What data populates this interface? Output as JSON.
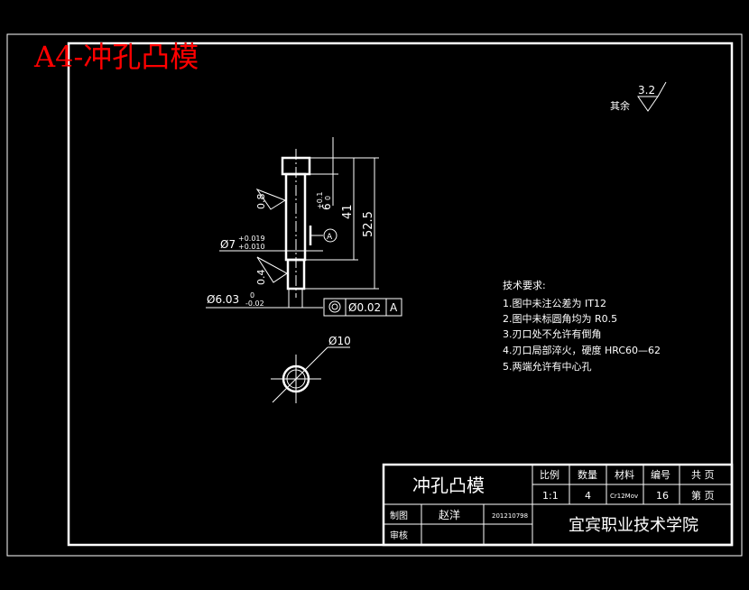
{
  "sheet_label": "A4-冲孔凸模",
  "colors": {
    "background": "#000000",
    "lines": "#ffffff",
    "sheet_label": "#ff0000"
  },
  "roughness_general": {
    "label": "其余",
    "value": "3.2"
  },
  "part_view": {
    "roughness_upper": "0.8",
    "roughness_lower": "0.4",
    "dim_head": "6",
    "dim_head_tol_upper": "+0.1",
    "dim_head_tol_lower": "0",
    "dim_41": "41",
    "dim_52_5": "52.5",
    "dim_d7": "Ø7",
    "dim_d7_tol_upper": "+0.019",
    "dim_d7_tol_lower": "+0.010",
    "dim_d603": "Ø6.03",
    "dim_d603_tol_upper": "0",
    "dim_d603_tol_lower": "-0.02",
    "datum": "A",
    "tolerance_frame": {
      "symbol": "concentricity",
      "value": "Ø0.02",
      "datum": "A"
    }
  },
  "end_view": {
    "dim": "Ø10"
  },
  "requirements": {
    "title": "技术要求:",
    "items": [
      "1.图中未注公差为 IT12",
      "2.图中未标圆角均为 R0.5",
      "3.刃口处不允许有倒角",
      "4.刃口局部淬火，硬度 HRC60—62",
      "5.两端允许有中心孔"
    ]
  },
  "title_block": {
    "part_name": "冲孔凸模",
    "headers": [
      "比例",
      "数量",
      "材料",
      "编号",
      "共 页"
    ],
    "values": [
      "1:1",
      "4",
      "Cr12Mov",
      "16",
      "第 页"
    ],
    "drawn_label": "制图",
    "drawn_by": "赵洋",
    "drawn_id": "201210798",
    "checked_label": "审核",
    "school": "宜宾职业技术学院"
  }
}
